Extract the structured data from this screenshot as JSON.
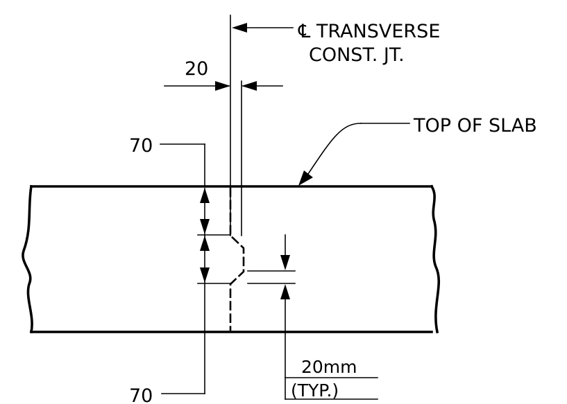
{
  "diagram": {
    "callouts": {
      "centerline_line1": "℄ TRANSVERSE",
      "centerline_line2": "CONST. JT.",
      "top_of_slab": "TOP OF SLAB"
    },
    "dimensions": {
      "joint_gap": "20",
      "upper_offset": "70",
      "lower_offset": "70",
      "key_depth": "20mm",
      "key_depth_note": "(TYP.)"
    }
  }
}
